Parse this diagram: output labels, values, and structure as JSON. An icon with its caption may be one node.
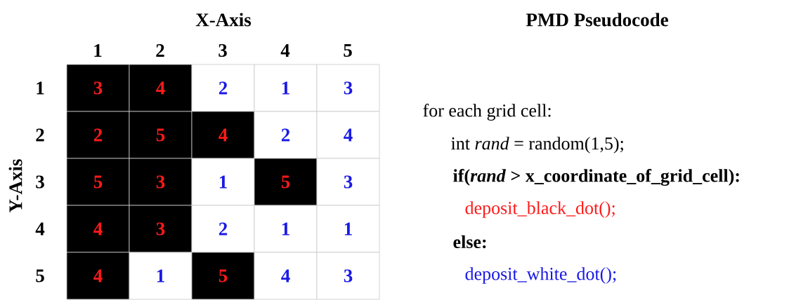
{
  "diagram": {
    "labels": [
      "X-Axis",
      "PMD Pseudocode",
      "1",
      "2",
      "3",
      "4",
      "5",
      "Y-Axis",
      "1",
      "3",
      "4",
      "2",
      "1",
      "3",
      "2",
      "2",
      "5",
      "4",
      "2",
      "4",
      "3",
      "5",
      "3",
      "1",
      "5",
      "3",
      "4",
      "4",
      "3",
      "2",
      "1",
      "1",
      "5",
      "4",
      "1",
      "5",
      "4",
      "3",
      "for each grid cell:",
      "int *rand* = random(1,5);",
      "if(*rand* > x_coordinate_of_grid_cell):",
      "deposit_black_dot();",
      "else:",
      "deposit_white_dot();"
    ]
  }
}
